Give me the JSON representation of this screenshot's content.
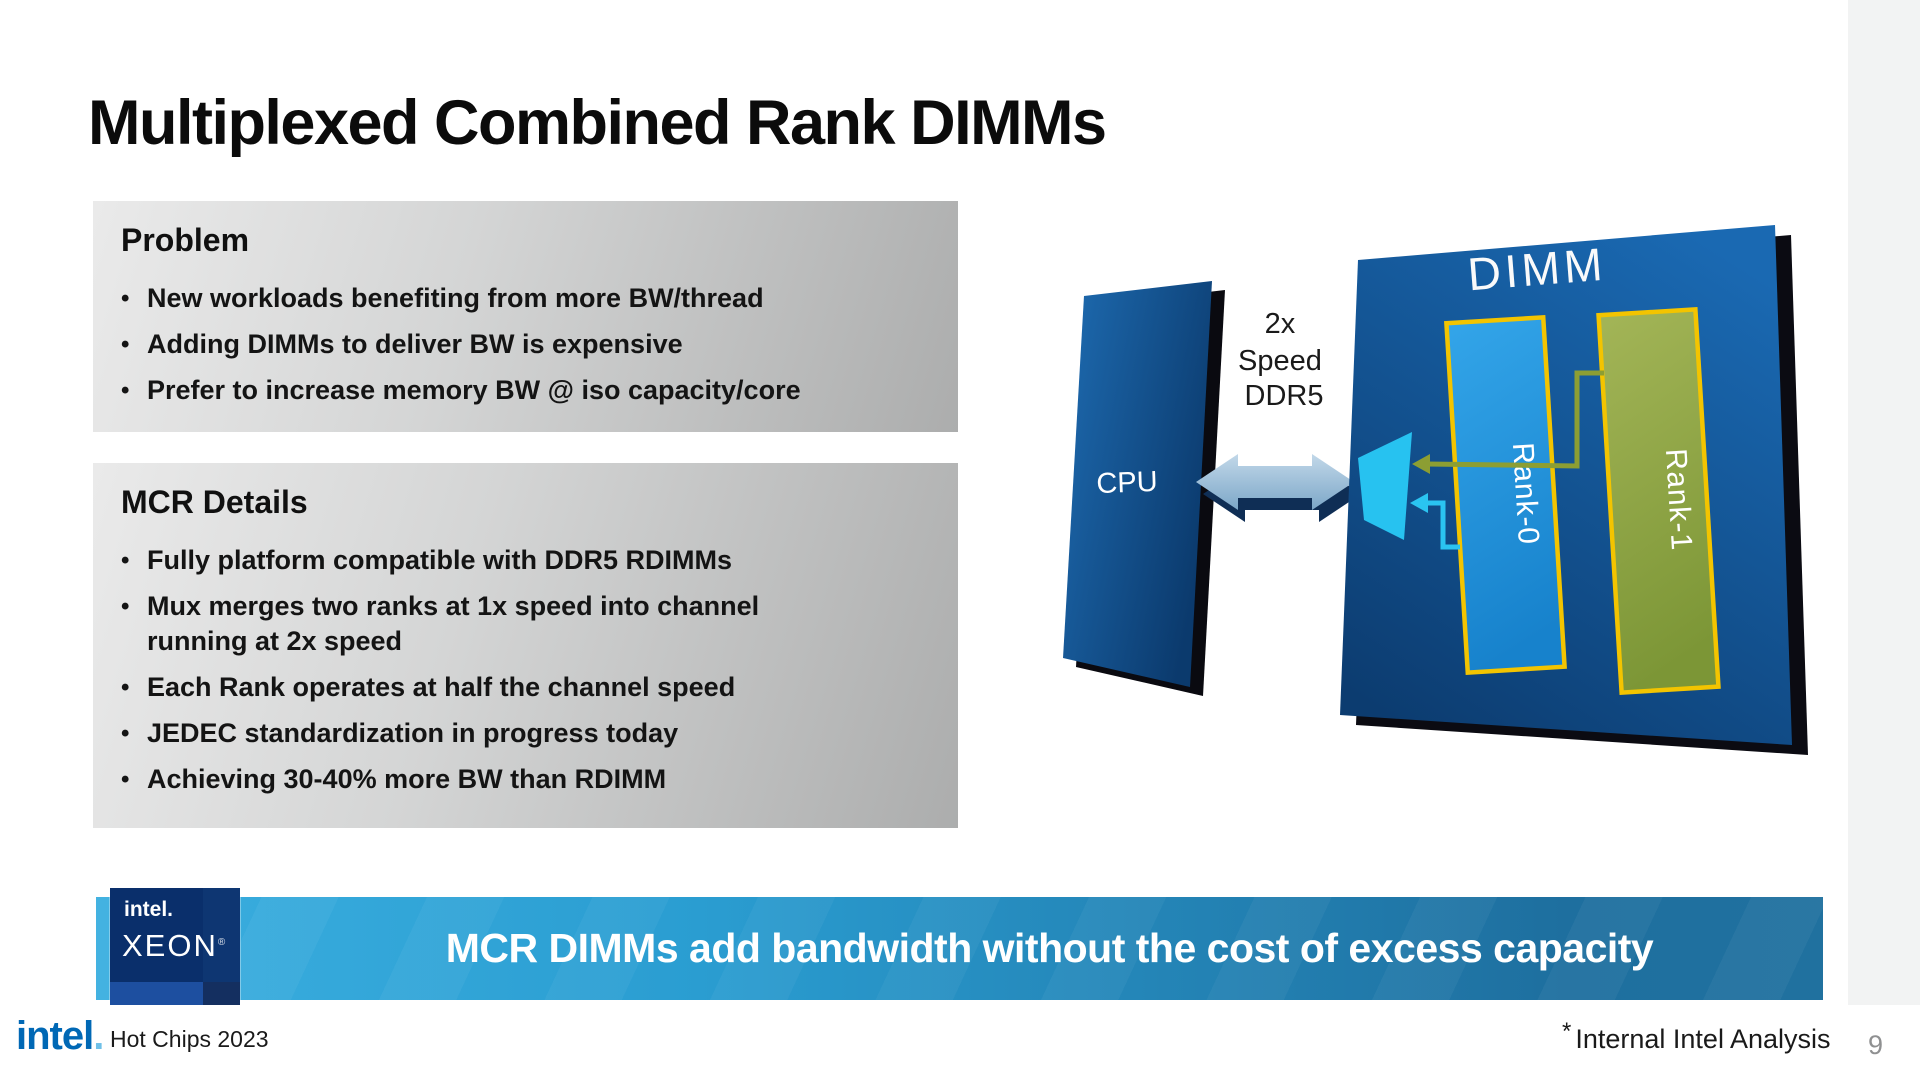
{
  "slide": {
    "title": "Multiplexed Combined Rank DIMMs",
    "problem_box": {
      "heading": "Problem",
      "bullets": [
        "New workloads benefiting from more BW/thread",
        "Adding DIMMs to deliver BW is expensive",
        "Prefer to increase memory BW @ iso capacity/core"
      ]
    },
    "mcr_box": {
      "heading": "MCR Details",
      "bullets": [
        "Fully platform compatible with DDR5 RDIMMs",
        "Mux merges two ranks at 1x speed into channel\nrunning at 2x speed",
        "Each Rank operates at half the channel speed",
        "JEDEC standardization in progress today",
        "Achieving 30-40% more BW than RDIMM"
      ]
    },
    "diagram": {
      "cpu_label": "CPU",
      "bus_label_lines": [
        "2x",
        "Speed",
        "DDR5"
      ],
      "dimm_label": "DIMM",
      "rank0_label": "Rank-0",
      "rank1_label": "Rank-1",
      "colors": {
        "chip_blue_light": "#1E6CB2",
        "chip_blue_dark": "#0B3A6D",
        "rank0_blue_light": "#33A5E9",
        "rank0_blue_dark": "#1782CC",
        "rank1_green_light": "#A3B557",
        "rank1_green_dark": "#7C9636",
        "border_yellow": "#F3C400",
        "mux_cyan": "#27C2F0",
        "connector_olive": "#8C9E33",
        "arrow_steel_light": "#C2D8E9",
        "arrow_steel_dark": "#7CA7C8"
      }
    },
    "banner": {
      "text": "MCR DIMMs add bandwidth without the cost of excess capacity",
      "gradient_left": "#3BAFE0",
      "gradient_right": "#20719F"
    },
    "badge": {
      "brand": "intel",
      "brand_dot": ".",
      "product": "XEON",
      "trademark": "®"
    },
    "footer": {
      "brand": "intel",
      "brand_dot": ".",
      "event": "Hot Chips 2023",
      "footnote_marker": "*",
      "footnote": "Internal Intel Analysis",
      "page_number": "9"
    }
  }
}
